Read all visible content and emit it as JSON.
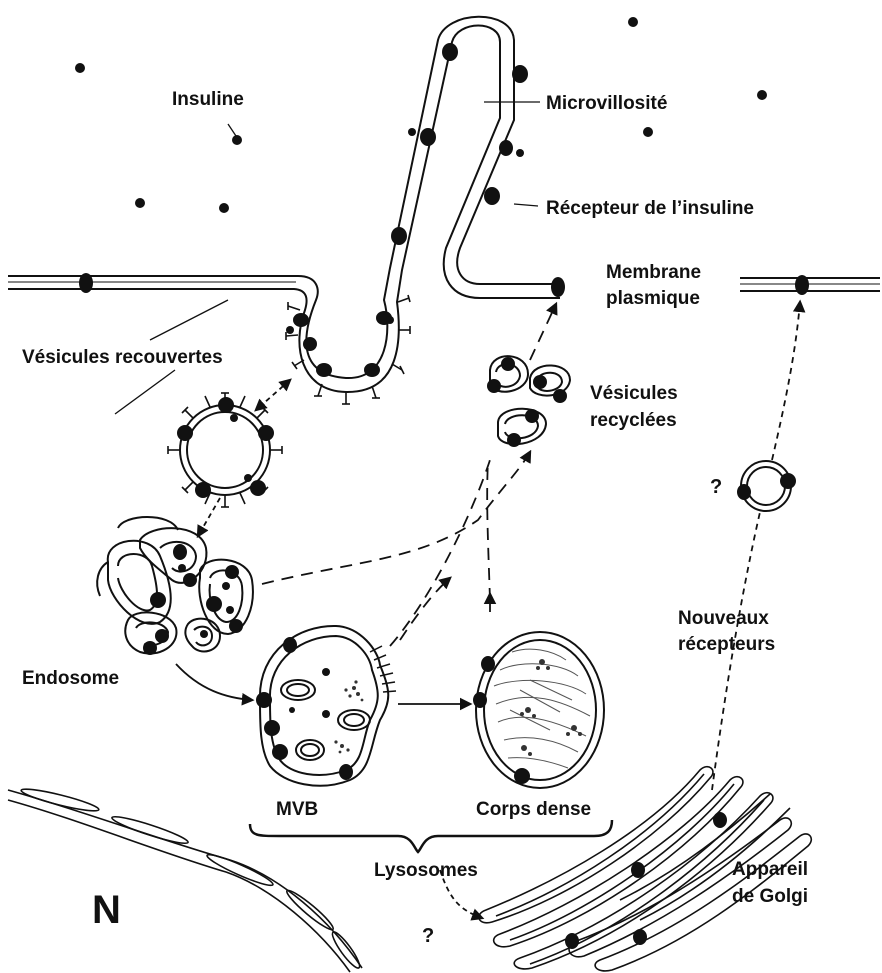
{
  "labels": {
    "insulin": "Insuline",
    "microvillus": "Microvillosité",
    "insulin_receptor": "Récepteur de l’insuline",
    "plasma_membrane_1": "Membrane",
    "plasma_membrane_2": "plasmique",
    "coated_vesicles": "Vésicules recouvertes",
    "recycled_vesicles_1": "Vésicules",
    "recycled_vesicles_2": "recyclées",
    "question_mark_1": "?",
    "new_receptors_1": "Nouveaux",
    "new_receptors_2": "récepteurs",
    "endosome": "Endosome",
    "mvb": "MVB",
    "dense_body": "Corps dense",
    "lysosomes": "Lysosomes",
    "golgi_1": "Appareil",
    "golgi_2": "de Golgi",
    "nucleus": "N",
    "question_mark_2": "?"
  },
  "colors": {
    "ink": "#111111",
    "background": "#ffffff"
  }
}
